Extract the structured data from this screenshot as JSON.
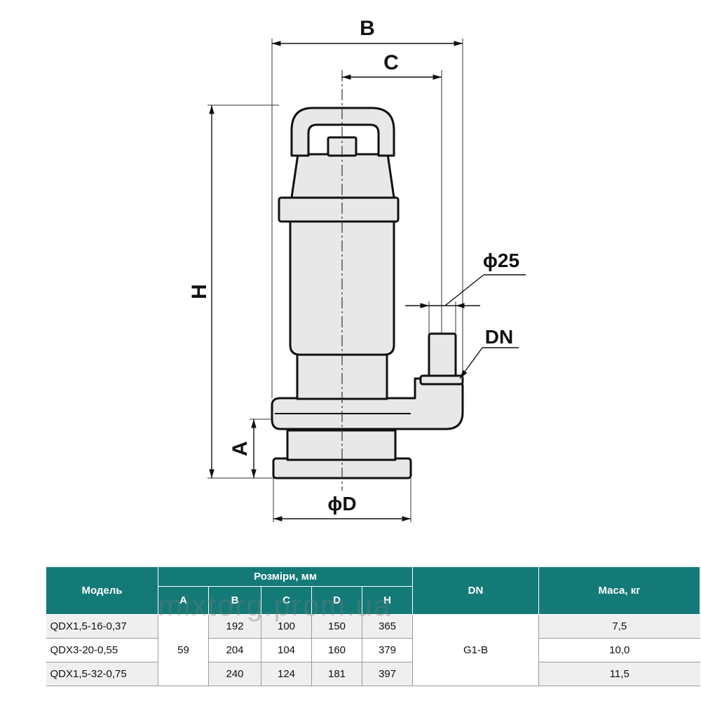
{
  "drawing": {
    "labels": {
      "B": "B",
      "C": "C",
      "H": "H",
      "A": "A",
      "D": "ϕD",
      "d25": "ϕ25",
      "DN": "DN"
    }
  },
  "table": {
    "headers": {
      "model": "Модель",
      "dimensions": "Розміри, мм",
      "dn": "DN",
      "mass": "Маса, кг",
      "sub": [
        "A",
        "B",
        "C",
        "D",
        "H"
      ]
    },
    "shared": {
      "A": "59",
      "DN": "G1-B"
    },
    "rows": [
      {
        "model": "QDX1,5-16-0,37",
        "B": "192",
        "C": "100",
        "D": "150",
        "H": "365",
        "mass": "7,5"
      },
      {
        "model": "QDX3-20-0,55",
        "B": "204",
        "C": "104",
        "D": "160",
        "H": "379",
        "mass": "10,0"
      },
      {
        "model": "QDX1,5-32-0,75",
        "B": "240",
        "C": "124",
        "D": "181",
        "H": "397",
        "mass": "11,5"
      }
    ]
  },
  "watermark": "mixtorg.prom.ua",
  "colors": {
    "header": "#147a78",
    "pump_fill": "#e8e8e8",
    "row_shade": "#efefef"
  }
}
